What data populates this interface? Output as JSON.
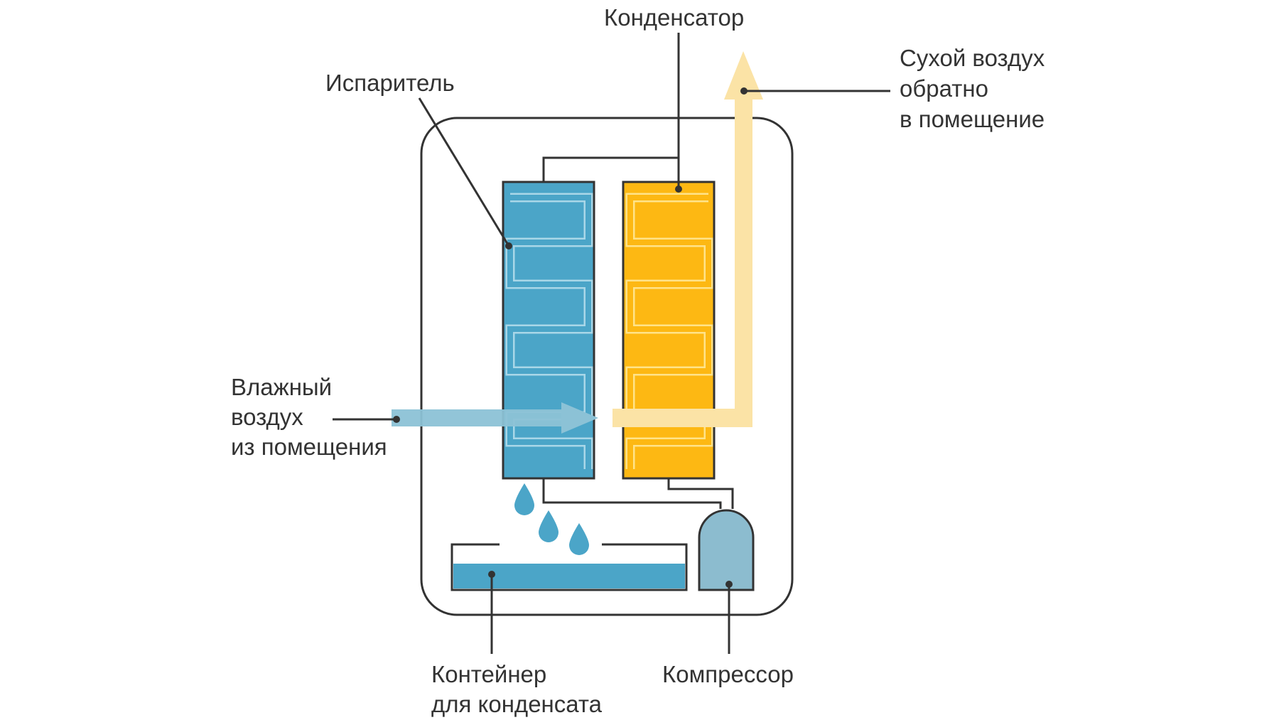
{
  "labels": {
    "condenser": "Конденсатор",
    "evaporator": "Испаритель",
    "dry_air": [
      "Сухой воздух",
      "обратно",
      "в помещение"
    ],
    "humid_air": [
      "Влажный",
      "воздух",
      "из помещения"
    ],
    "container": [
      "Контейнер",
      "для конденсата"
    ],
    "compressor": "Компрессор"
  },
  "colors": {
    "outline": "#333333",
    "evaporator_fill": "#4BA5C8",
    "condenser_fill": "#FDB813",
    "humid_air_arrow": "#8CC2D6",
    "dry_air_arrow": "#FBE3A6",
    "water": "#4BA5C8",
    "compressor_fill": "#8CBCCF",
    "coil_on_evaporator": "#A9D7E8",
    "coil_on_condenser": "#FFE38A"
  },
  "icons": {
    "droplets": "water-droplet-icon",
    "air_in": "arrow-right-icon",
    "air_out": "arrow-up-icon"
  }
}
